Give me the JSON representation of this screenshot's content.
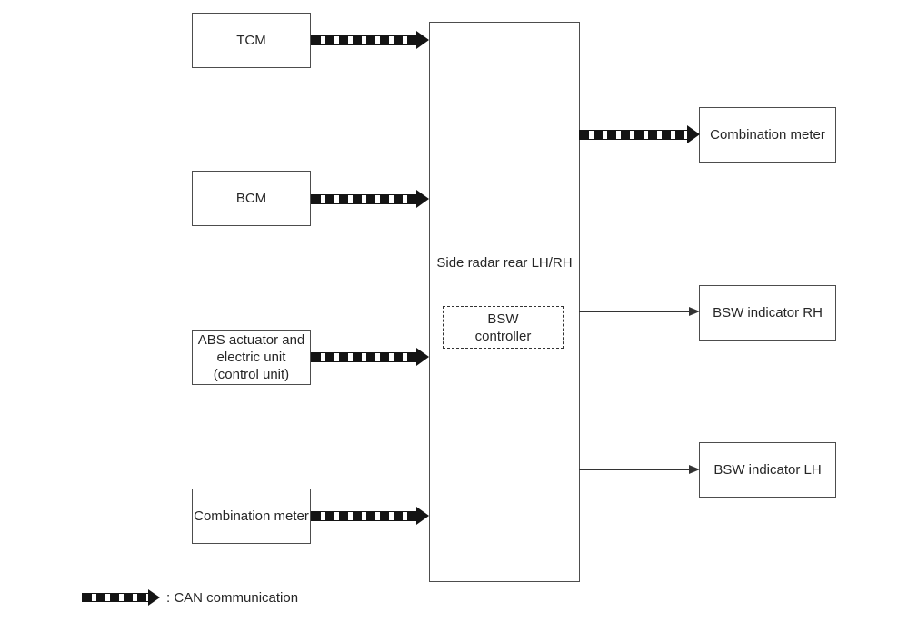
{
  "diagram": {
    "nodes": {
      "tcm": {
        "label": "TCM"
      },
      "bcm": {
        "label": "BCM"
      },
      "abs": {
        "label": "ABS actuator and\nelectric unit\n(control unit)"
      },
      "combination_meter_left": {
        "label": "Combination meter"
      },
      "side_radar": {
        "label": "Side radar rear LH/RH"
      },
      "bsw_controller": {
        "label": "BSW\ncontroller"
      },
      "combination_meter_right": {
        "label": "Combination meter"
      },
      "bsw_indicator_rh": {
        "label": "BSW indicator RH"
      },
      "bsw_indicator_lh": {
        "label": "BSW indicator LH"
      }
    },
    "connections": [
      {
        "from": "TCM",
        "to": "Side radar rear LH/RH",
        "type": "CAN communication"
      },
      {
        "from": "BCM",
        "to": "Side radar rear LH/RH",
        "type": "CAN communication"
      },
      {
        "from": "ABS actuator and electric unit (control unit)",
        "to": "Side radar rear LH/RH",
        "type": "CAN communication"
      },
      {
        "from": "Combination meter",
        "to": "Side radar rear LH/RH",
        "type": "CAN communication"
      },
      {
        "from": "Side radar rear LH/RH",
        "to": "Combination meter",
        "type": "CAN communication"
      },
      {
        "from": "Side radar rear LH/RH",
        "to": "BSW indicator RH",
        "type": "plain"
      },
      {
        "from": "Side radar rear LH/RH",
        "to": "BSW indicator LH",
        "type": "plain"
      }
    ],
    "legend": {
      "label": ": CAN communication"
    },
    "colors": {
      "background": "#ffffff",
      "box_border": "#4d4d4d",
      "text": "#262626",
      "arrow": "#141414"
    }
  }
}
